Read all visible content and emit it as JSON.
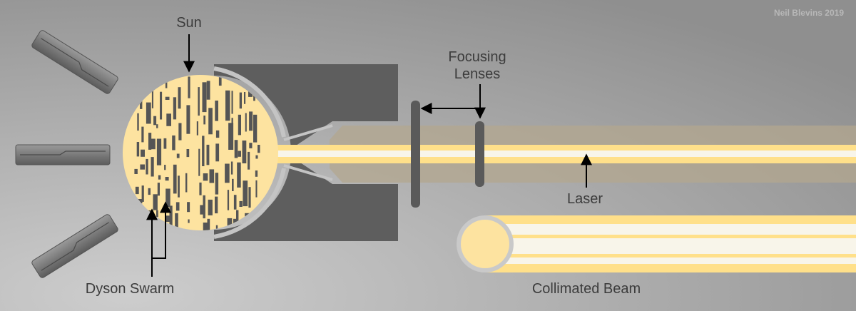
{
  "credit": "Neil Blevins 2019",
  "labels": {
    "sun": "Sun",
    "focusing_lenses_line1": "Focusing",
    "focusing_lenses_line2": "Lenses",
    "laser": "Laser",
    "dyson_swarm": "Dyson Swarm",
    "collimated_beam": "Collimated Beam"
  },
  "colors": {
    "sun": "#fde3a0",
    "swarm": "#555555",
    "housing": "#5e5e5e",
    "beam_core": "#ffe08a",
    "beam_white": "#f8f5ea",
    "beam_haze": "#b3a78f",
    "arrow": "#000000"
  }
}
